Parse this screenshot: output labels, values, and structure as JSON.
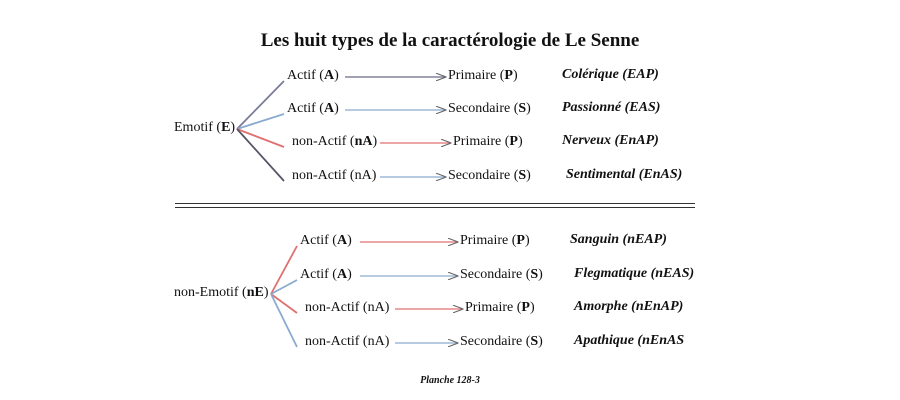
{
  "title": "Les huit types de la caractérologie de Le Senne",
  "footer": "Planche 128-3",
  "colors": {
    "line_dark": "#6a6a8a",
    "line_blue": "#8aaad0",
    "line_red": "#e07070"
  },
  "groups": [
    {
      "root": {
        "label": "Emotif",
        "code": "E",
        "open": " (",
        "close": ")"
      },
      "branches": [
        {
          "act": "Actif",
          "act_code": "A",
          "act_bold": true,
          "arrow_color": "#6a6a8a",
          "branch_color": "#7a7a9a",
          "fn": "Primaire",
          "fn_code": "P",
          "result": "Colérique  (EAP)"
        },
        {
          "act": "Actif",
          "act_code": "A",
          "act_bold": true,
          "arrow_color": "#8aaad0",
          "branch_color": "#8aaad0",
          "fn": "Secondaire",
          "fn_code": "S",
          "result": "Passionné  (EAS)"
        },
        {
          "act": "non-Actif",
          "act_code": "nA",
          "act_bold": true,
          "arrow_color": "#e07070",
          "branch_color": "#e07070",
          "fn": "Primaire",
          "fn_code": "P",
          "result": "Nerveux  (EnAP)"
        },
        {
          "act": "non-Actif",
          "act_code": "nA",
          "act_bold": false,
          "arrow_color": "#8aaad0",
          "branch_color": "#555566",
          "fn": "Secondaire",
          "fn_code": "S",
          "result": "Sentimental  (EnAS)"
        }
      ]
    },
    {
      "root": {
        "label": "non-Emotif",
        "code": "nE",
        "open": " (",
        "close": ")"
      },
      "branches": [
        {
          "act": "Actif",
          "act_code": "A",
          "act_bold": true,
          "arrow_color": "#e07070",
          "branch_color": "#e07070",
          "fn": "Primaire",
          "fn_code": "P",
          "result": "Sanguin  (nEAP)"
        },
        {
          "act": "Actif",
          "act_code": "A",
          "act_bold": true,
          "arrow_color": "#8aaad0",
          "branch_color": "#8aaad0",
          "fn": "Secondaire",
          "fn_code": "S",
          "result": "Flegmatique  (nEAS)"
        },
        {
          "act": "non-Actif",
          "act_code": "nA",
          "act_bold": false,
          "arrow_color": "#e07070",
          "branch_color": "#e07070",
          "fn": "Primaire",
          "fn_code": "P",
          "result": "Amorphe  (nEnAP)"
        },
        {
          "act": "non-Actif",
          "act_code": "nA",
          "act_bold": false,
          "arrow_color": "#8aaad0",
          "branch_color": "#8aaad0",
          "fn": "Secondaire",
          "fn_code": "S",
          "result": "Apathique  (nEnAS"
        }
      ]
    }
  ]
}
